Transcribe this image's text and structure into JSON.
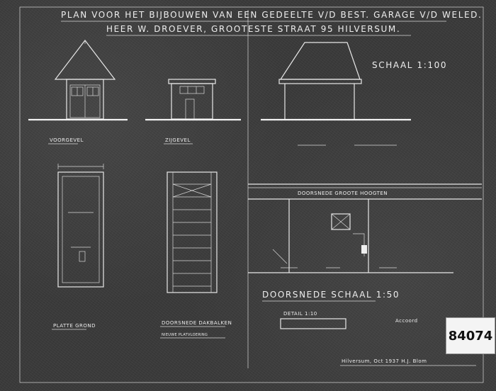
{
  "title": {
    "line1": "PLAN VOOR HET BIJBOUWEN VAN EEN GEDEELTE V/D BEST. GARAGE V/D WELED.",
    "line2": "HEER W. DROEVER, GROOTESTE STRAAT 95 HILVERSUM."
  },
  "scale_top": "SCHAAL 1:100",
  "views": {
    "front": "VOORGEVEL",
    "side": "ZIJGEVEL",
    "plan": "PLATTE GROND",
    "section": "DOORSNEDE DAKBALKEN",
    "section_sub": "NIEUWE PLATVLOERING",
    "right_section": "DOORSNEDE GROOTE HOOGTEN",
    "right_caption": "DOORSNEDE SCHAAL 1:50",
    "detail": "DETAIL 1:10"
  },
  "signature": "Hilversum, Oct 1937 H.J. Blom",
  "stamp_text": "84074",
  "margin_note": "Accoord"
}
